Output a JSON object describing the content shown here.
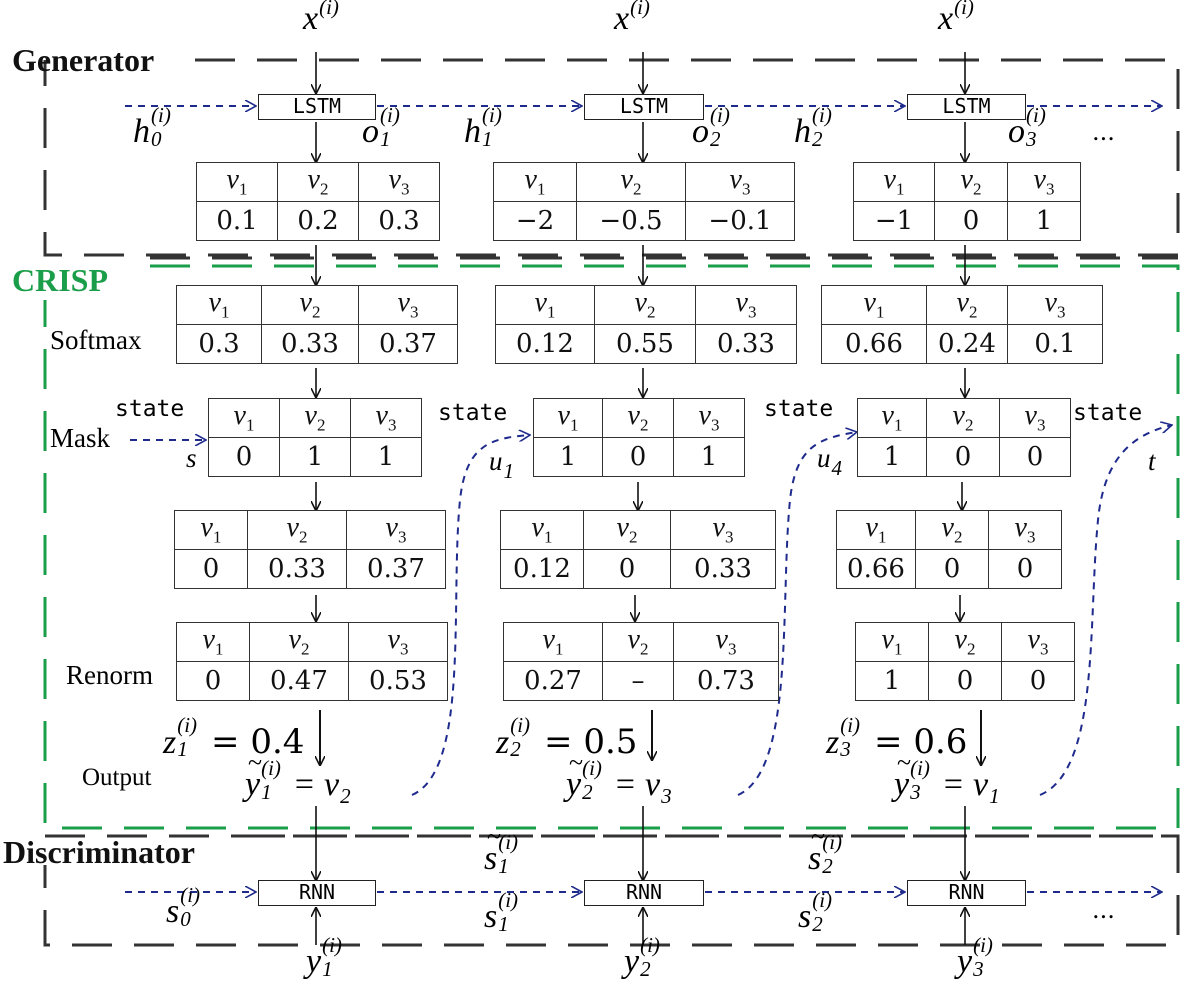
{
  "sections": {
    "generator": "Generator",
    "crisp": "CRISP",
    "discriminator": "Discriminator"
  },
  "colors": {
    "generator_border": "#333333",
    "crisp_border": "#1a9e4a",
    "crisp_label": "#1a9e4a",
    "dashed_flow": "#1e2a8c"
  },
  "cells": {
    "lstm": "LSTM",
    "rnn": "RNN"
  },
  "row_labels": {
    "softmax": "Softmax",
    "mask": "Mask",
    "renorm": "Renorm",
    "output": "Output"
  },
  "state_word": "state",
  "ellipsis": "...",
  "headers": [
    "v1",
    "v2",
    "v3"
  ],
  "columns": [
    {
      "x_input": "x",
      "x_sup": "(i)",
      "h_base": "h",
      "h_sub": "0",
      "h_sup": "(i)",
      "o_base": "o",
      "o_sub": "1",
      "o_sup": "(i)",
      "logits": [
        "0.1",
        "0.2",
        "0.3"
      ],
      "softmax": [
        "0.3",
        "0.33",
        "0.37"
      ],
      "state_var": "s",
      "mask": [
        "0",
        "1",
        "1"
      ],
      "masked": [
        "0",
        "0.33",
        "0.37"
      ],
      "renorm": [
        "0",
        "0.47",
        "0.53"
      ],
      "z_label": "z",
      "z_sub": "1",
      "z_sup": "(i)",
      "z_value": "= 0.4",
      "y_label": "y",
      "y_sub": "1",
      "y_sup": "(i)",
      "y_value": "= v",
      "y_value_sub": "2",
      "disc_y_base": "y",
      "disc_y_sub": "1",
      "disc_y_sup": "(i)"
    },
    {
      "x_input": "x",
      "x_sup": "(i)",
      "h_base": "h",
      "h_sub": "1",
      "h_sup": "(i)",
      "o_base": "o",
      "o_sub": "2",
      "o_sup": "(i)",
      "logits": [
        "−2",
        "−0.5",
        "−0.1"
      ],
      "softmax": [
        "0.12",
        "0.55",
        "0.33"
      ],
      "state_var": "u",
      "state_var_sub": "1",
      "mask": [
        "1",
        "0",
        "1"
      ],
      "masked": [
        "0.12",
        "0",
        "0.33"
      ],
      "renorm": [
        "0.27",
        "–",
        "0.73"
      ],
      "z_label": "z",
      "z_sub": "2",
      "z_sup": "(i)",
      "z_value": "= 0.5",
      "y_label": "y",
      "y_sub": "2",
      "y_sup": "(i)",
      "y_value": "= v",
      "y_value_sub": "3",
      "disc_y_base": "y",
      "disc_y_sub": "2",
      "disc_y_sup": "(i)"
    },
    {
      "x_input": "x",
      "x_sup": "(i)",
      "h_base": "h",
      "h_sub": "2",
      "h_sup": "(i)",
      "o_base": "o",
      "o_sub": "3",
      "o_sup": "(i)",
      "logits": [
        "−1",
        "0",
        "1"
      ],
      "softmax": [
        "0.66",
        "0.24",
        "0.1"
      ],
      "state_var": "u",
      "state_var_sub": "4",
      "mask": [
        "1",
        "0",
        "0"
      ],
      "masked": [
        "0.66",
        "0",
        "0"
      ],
      "renorm": [
        "1",
        "0",
        "0"
      ],
      "z_label": "z",
      "z_sub": "3",
      "z_sup": "(i)",
      "z_value": "= 0.6",
      "y_label": "y",
      "y_sub": "3",
      "y_sup": "(i)",
      "y_value": "= v",
      "y_value_sub": "1",
      "disc_y_base": "y",
      "disc_y_sub": "3",
      "disc_y_sup": "(i)"
    }
  ],
  "final_state_var": "t",
  "disc_states": [
    {
      "s_base": "s",
      "s_sub": "0",
      "s_sup": "(i)"
    },
    {
      "st_base": "s",
      "st_sub": "1",
      "st_sup": "(i)",
      "s_base": "s",
      "s_sub": "1",
      "s_sup": "(i)"
    },
    {
      "st_base": "s",
      "st_sub": "2",
      "st_sup": "(i)",
      "s_base": "s",
      "s_sub": "2",
      "s_sup": "(i)"
    }
  ]
}
